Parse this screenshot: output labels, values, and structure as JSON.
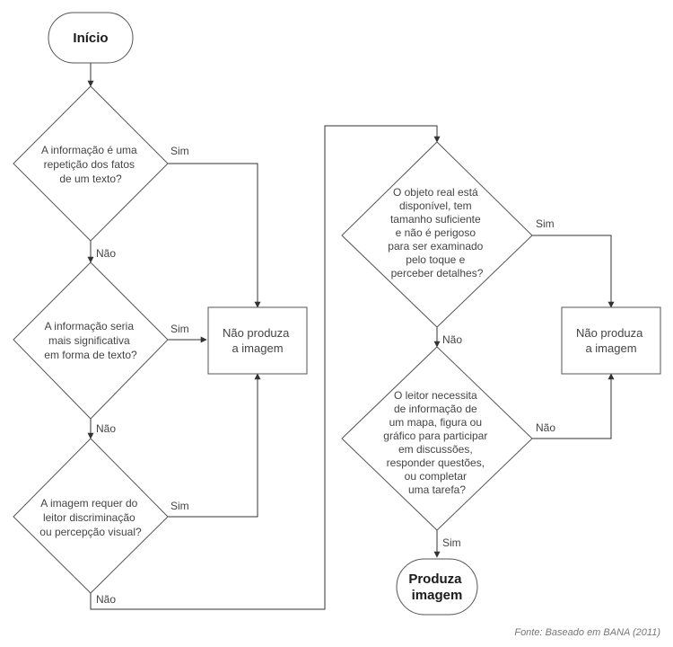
{
  "start": {
    "label": "Início"
  },
  "end": {
    "lines": [
      "Produza",
      "imagem"
    ]
  },
  "questions": {
    "q1": [
      "A informação é uma",
      "repetição dos fatos",
      "de um texto?"
    ],
    "q2": [
      "A informação seria",
      "mais significativa",
      "em forma de texto?"
    ],
    "q3": [
      "A imagem requer do",
      "leitor discriminação",
      "ou percepção visual?"
    ],
    "q4": [
      "O objeto real está",
      "disponível, tem",
      "tamanho suficiente",
      "e não é perigoso",
      "para ser examinado",
      "pelo toque e",
      "perceber detalhes?"
    ],
    "q5": [
      "O leitor necessita",
      "de informação de",
      "um mapa, figura ou",
      "gráfico para participar",
      "em discussões,",
      "responder questões,",
      "ou completar",
      "uma tarefa?"
    ]
  },
  "outcomes": {
    "left": [
      "Não produza",
      "a imagem"
    ],
    "right": [
      "Não produza",
      "a imagem"
    ]
  },
  "edge_labels": {
    "q1_yes": "Sim",
    "q1_no": "Não",
    "q2_yes": "Sim",
    "q2_no": "Não",
    "q3_yes": "Sim",
    "q3_no": "Não",
    "q4_yes": "Sim",
    "q4_no": "Não",
    "q5_yes": "Sim",
    "q5_no": "Não"
  },
  "source_note": "Fonte: Baseado em BANA (2011)"
}
